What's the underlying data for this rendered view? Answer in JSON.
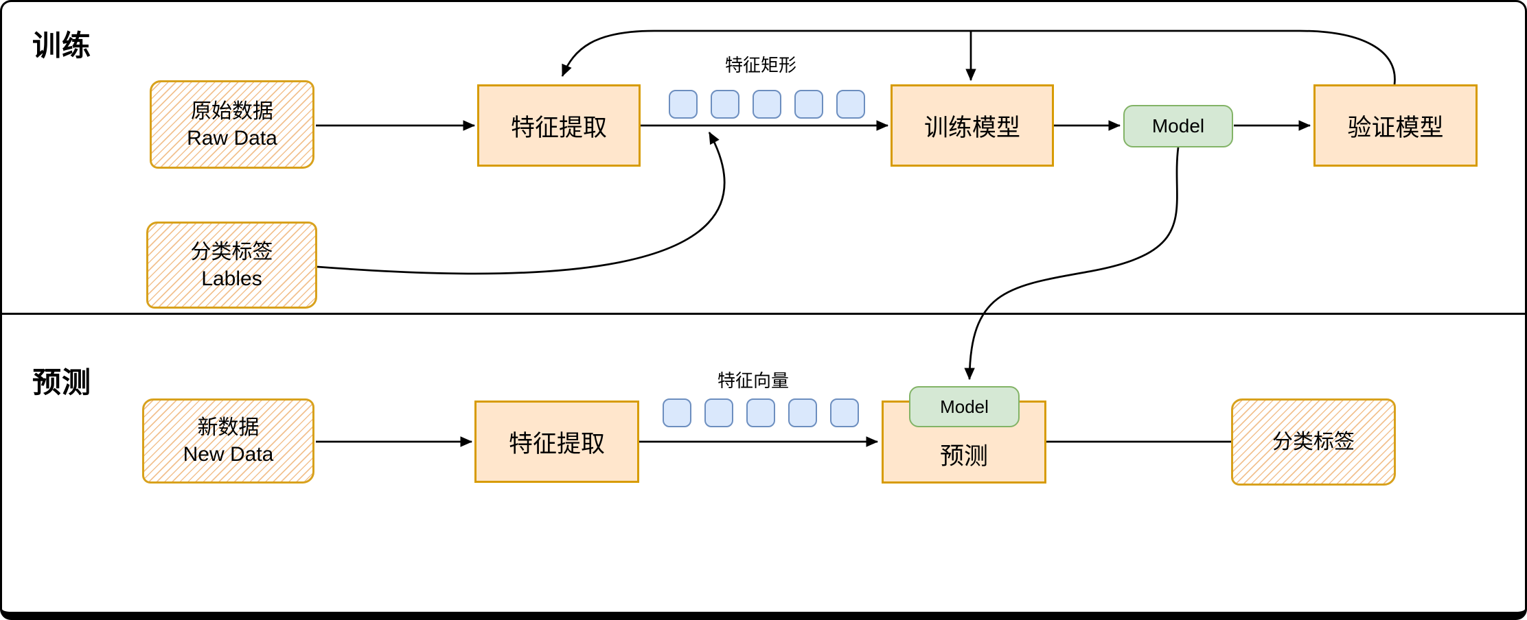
{
  "colors": {
    "node-fill": "#FFE6CC",
    "node-border": "#D79B00",
    "sketch-border": "#D8A11C",
    "sketch-hatch": "#F2C18F",
    "badge-fill": "#D5E8D4",
    "badge-border": "#82B366",
    "square-fill": "#DAE8FC",
    "square-border": "#6C8EBF",
    "line": "#000000",
    "text": "#000000"
  },
  "feature_squares_count": 5,
  "training": {
    "section_title": "训练",
    "raw_data_line1": "原始数据",
    "raw_data_line2": "Raw Data",
    "feature_extraction": "特征提取",
    "feature_row_label": "特征矩形",
    "train_model": "训练模型",
    "model_badge": "Model",
    "validate_model": "验证模型",
    "labels_line1": "分类标签",
    "labels_line2": "Lables"
  },
  "prediction": {
    "section_title": "预测",
    "new_data_line1": "新数据",
    "new_data_line2": "New Data",
    "feature_extraction": "特征提取",
    "feature_row_label": "特征向量",
    "model_badge": "Model",
    "predict": "预测",
    "class_labels": "分类标签"
  }
}
